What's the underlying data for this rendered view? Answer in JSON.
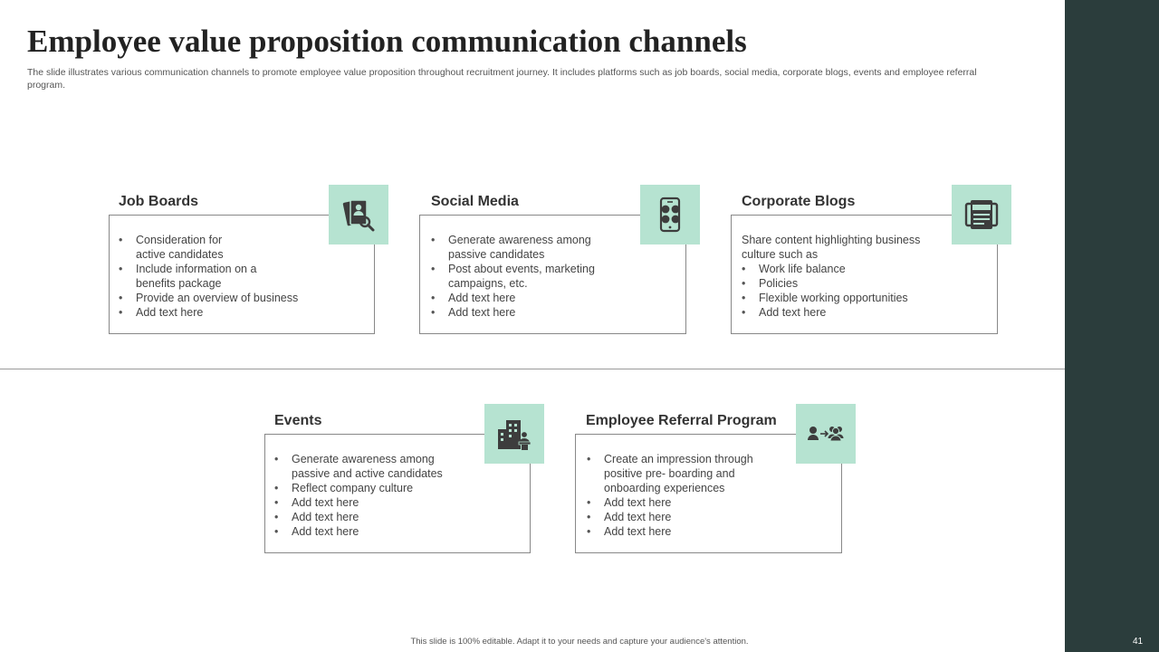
{
  "slide": {
    "title": "Employee value proposition communication channels",
    "subtitle": "The slide illustrates various communication channels to promote employee value proposition throughout recruitment journey. It includes platforms such as job boards, social media, corporate blogs, events and employee referral program.",
    "footer": "This slide is 100% editable. Adapt it to your needs and capture your audience's attention.",
    "page_number": "41"
  },
  "colors": {
    "accent": "#b6e3d1",
    "sidebar": "#2b3d3c",
    "icon": "#3d3d3d"
  },
  "cards": {
    "job_boards": {
      "title": "Job Boards",
      "icon": "resume-search-icon",
      "bullets": [
        "Consideration for",
        "active candidates",
        "Include information on a",
        "benefits package",
        "Provide an overview of business",
        "Add text here"
      ]
    },
    "social_media": {
      "title": "Social Media",
      "icon": "social-phone-icon",
      "bullets": [
        "Generate awareness among",
        "passive candidates",
        "Post about events, marketing",
        "campaigns, etc.",
        "Add text here",
        "Add text here"
      ]
    },
    "corporate_blogs": {
      "title": "Corporate Blogs",
      "icon": "blog-icon",
      "lead": "Share content highlighting business culture such as",
      "bullets": [
        "Work life balance",
        "Policies",
        "Flexible working opportunities",
        "Add text here"
      ]
    },
    "events": {
      "title": "Events",
      "icon": "building-speaker-icon",
      "bullets": [
        "Generate awareness among",
        "passive and active candidates",
        "Reflect company culture",
        "Add text here",
        "Add text here",
        "Add text here"
      ]
    },
    "referral": {
      "title": "Employee Referral Program",
      "icon": "referral-group-icon",
      "bullets": [
        "Create an impression through",
        "positive pre- boarding and",
        "onboarding experiences",
        "Add text here",
        "Add text here",
        "Add text here"
      ]
    }
  }
}
